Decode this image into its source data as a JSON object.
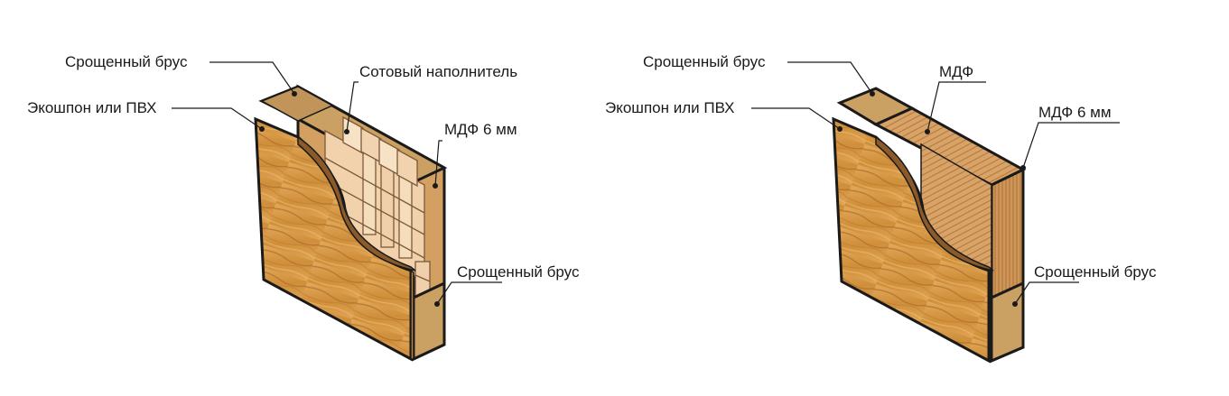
{
  "diagram_left": {
    "labels": {
      "top_beam": "Срощенный брус",
      "veneer": "Экошпон или ПВХ",
      "filler": "Сотовый наполнитель",
      "mdf": "МДФ 6 мм",
      "bottom_beam": "Срощенный брус"
    }
  },
  "diagram_right": {
    "labels": {
      "top_beam": "Срощенный брус",
      "veneer": "Экошпон или ПВХ",
      "core": "МДФ",
      "mdf": "МДФ 6 мм",
      "bottom_beam": "Срощенный брус"
    }
  },
  "colors": {
    "wood_light": "#e0a455",
    "wood_mid": "#c98a33",
    "wood_dark": "#a9692a",
    "beam": "#caa063",
    "beam_dark": "#a67c43",
    "mdf_core": "#d9a266",
    "honeycomb": "#f2d2ad",
    "outline": "#1a1a1a"
  }
}
